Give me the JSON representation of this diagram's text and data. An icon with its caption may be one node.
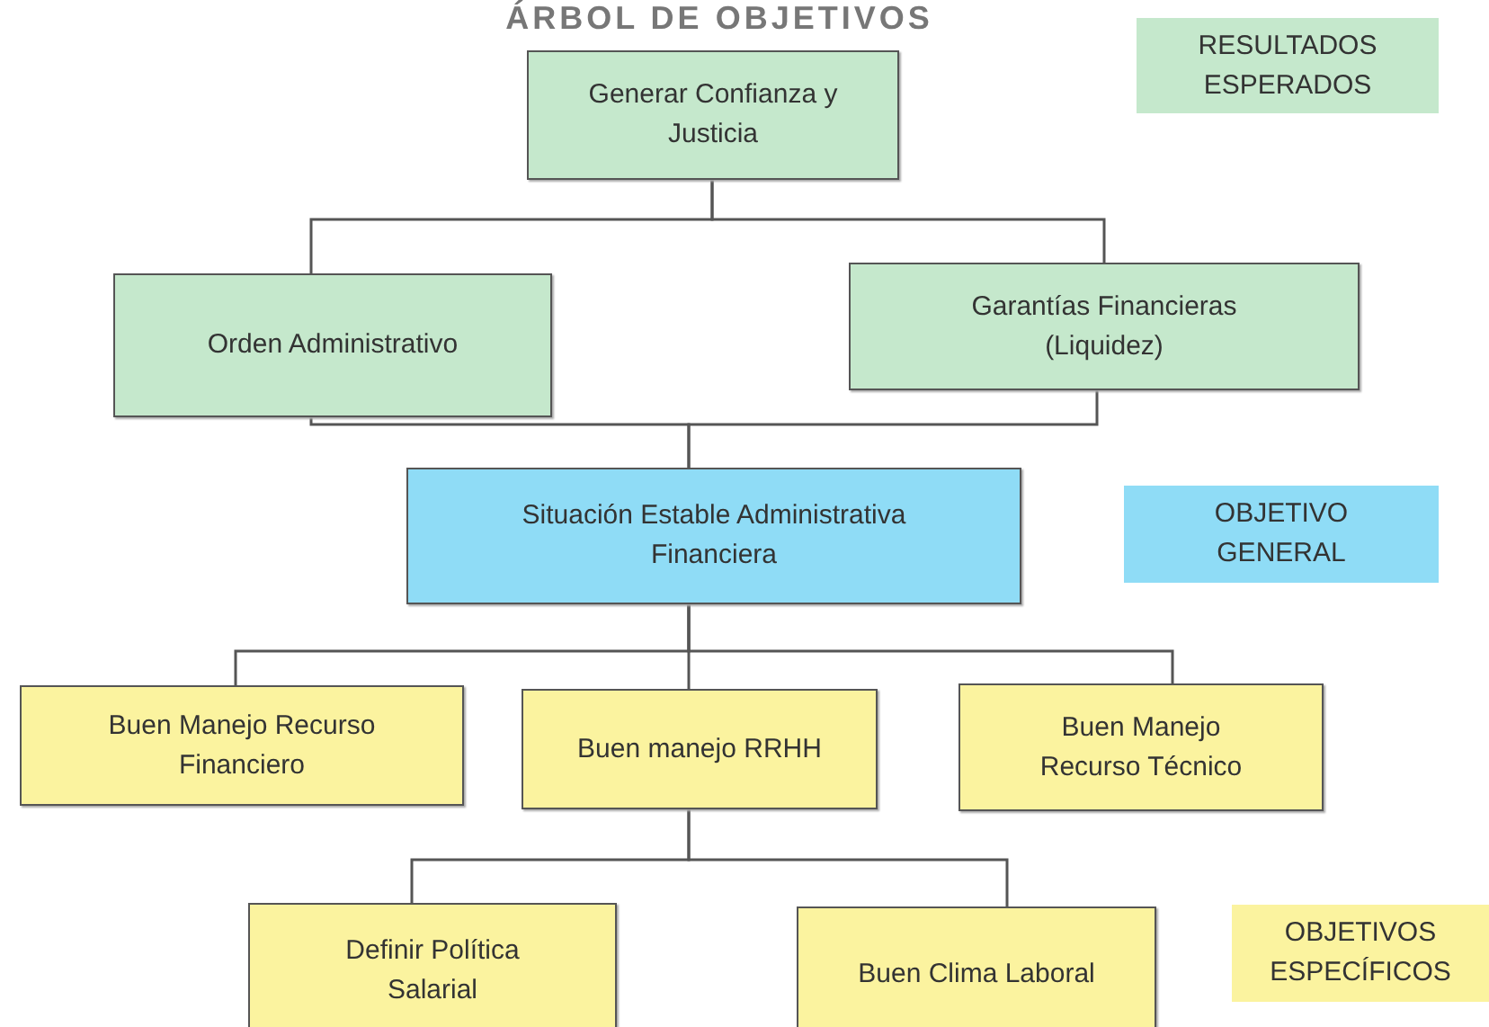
{
  "diagram": {
    "title": "ÁRBOL DE OBJETIVOS",
    "nodes": [
      {
        "text": [
          "Generar Confianza y Justicia"
        ]
      },
      {
        "text": [
          "Orden Administrativo"
        ]
      },
      {
        "text": [
          "Garantías Financieras (Liquidez)"
        ]
      },
      {
        "text": [
          "Situación Estable Administrativa Financiera"
        ]
      },
      {
        "text": [
          "Buen Manejo Recurso Financiero"
        ]
      },
      {
        "text": [
          "Buen manejo RRHH"
        ]
      },
      {
        "text": [
          "Buen Manejo Recurso Técnico"
        ]
      },
      {
        "text": [
          "Definir Política Salarial"
        ]
      },
      {
        "text": [
          "Buen Clima Laboral"
        ]
      },
      {
        "text": [
          "RESULTADOS ESPERADOS"
        ]
      },
      {
        "text": [
          "OBJETIVO GENERAL"
        ]
      },
      {
        "text": [
          "OBJETIVOS ESPECÍFICOS"
        ]
      }
    ],
    "edges": [
      {
        "from": 0,
        "to": 1,
        "arrow": "none"
      },
      {
        "from": 0,
        "to": 2,
        "arrow": "none"
      },
      {
        "from": 1,
        "to": 3,
        "arrow": "none"
      },
      {
        "from": 2,
        "to": 3,
        "arrow": "none"
      },
      {
        "from": 3,
        "to": 4,
        "arrow": "none"
      },
      {
        "from": 3,
        "to": 5,
        "arrow": "none"
      },
      {
        "from": 3,
        "to": 6,
        "arrow": "none"
      },
      {
        "from": 5,
        "to": 7,
        "arrow": "none"
      },
      {
        "from": 5,
        "to": 8,
        "arrow": "none"
      }
    ]
  }
}
